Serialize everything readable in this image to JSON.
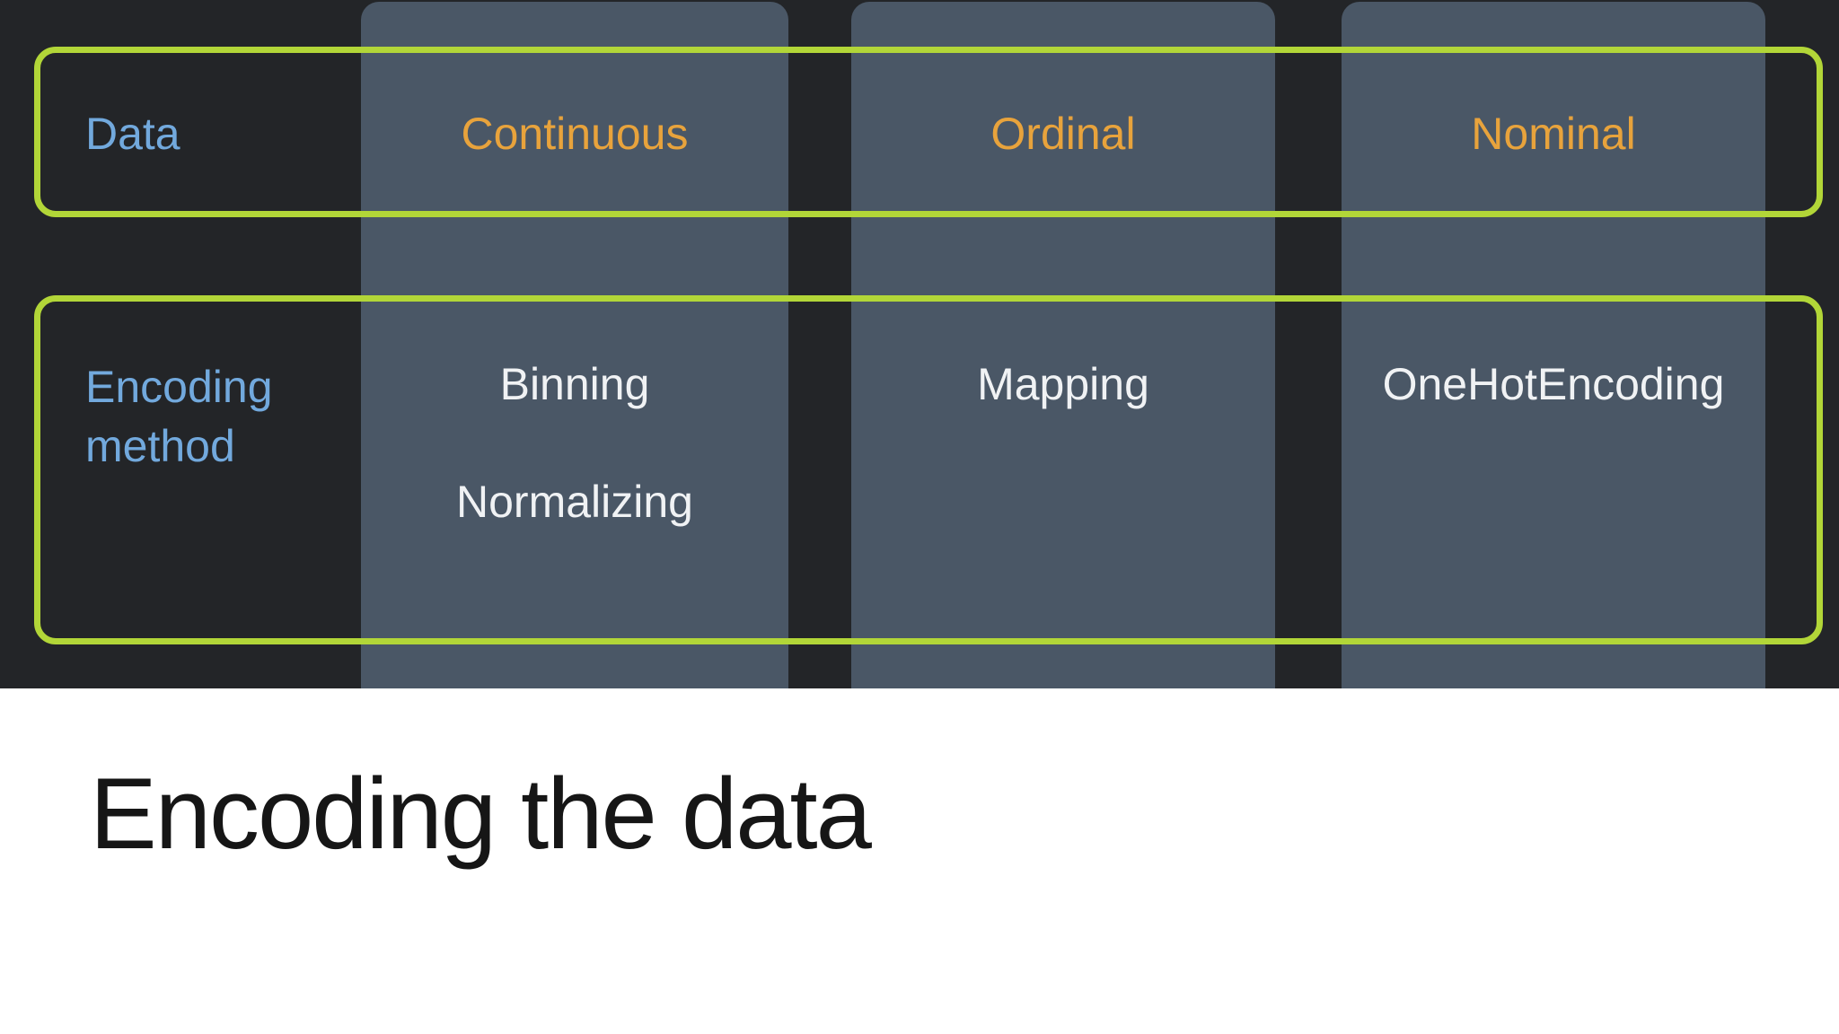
{
  "slide": {
    "title": "Encoding the data"
  },
  "table": {
    "row1": {
      "label": "Data",
      "columns": [
        "Continuous",
        "Ordinal",
        "Nominal"
      ]
    },
    "row2": {
      "label_lines": [
        "Encoding",
        "method"
      ],
      "continuous_methods": [
        "Binning",
        "Normalizing"
      ],
      "ordinal_method": "Mapping",
      "nominal_method": "OneHotEncoding"
    }
  },
  "colors": {
    "panel_dark": "#232528",
    "column_slate": "#4a5766",
    "outline_green": "#b2d638",
    "label_blue": "#72a9dd",
    "header_orange": "#e8a33c",
    "cell_white": "#f0f2f4",
    "title_black": "#161616",
    "page_white": "#ffffff"
  }
}
